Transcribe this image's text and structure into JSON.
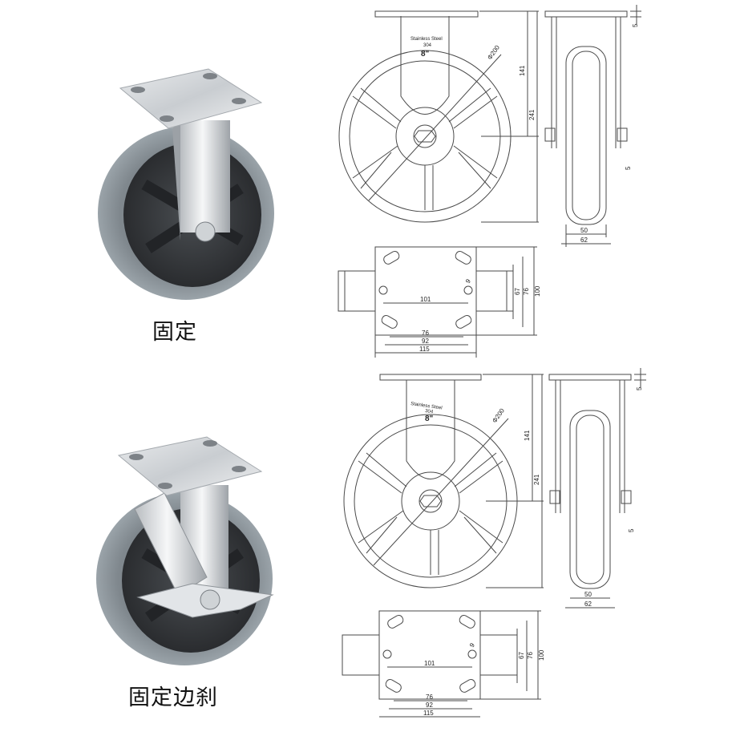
{
  "captions": {
    "fixed": "固定",
    "fixed_brake": "固定边刹"
  },
  "drawing": {
    "label_material": "Stainless Steel",
    "label_grade": "304",
    "label_size": "8\"",
    "dim_diameter": "Φ200",
    "dim_plate_height": "141",
    "dim_total_height": "241",
    "dim_plate_thickness": "5",
    "dim_offset": "5",
    "dim_wheel_width": "50",
    "dim_fork_width": "62",
    "dim_hole_span": "101",
    "dim_slot": "9",
    "dim_plate_67": "67",
    "dim_plate_76v": "76",
    "dim_plate_100": "100",
    "dim_bottom_76": "76",
    "dim_bottom_92": "92",
    "dim_bottom_115": "115"
  },
  "colors": {
    "line": "#4a4a4a",
    "tread": "#8c959b",
    "hub": "#3a3d40",
    "steel": "#dcdfe2"
  }
}
